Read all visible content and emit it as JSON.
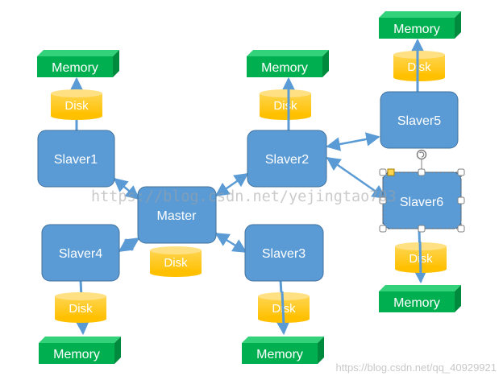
{
  "nodes": {
    "master": "Master",
    "slaver1": "Slaver1",
    "slaver2": "Slaver2",
    "slaver3": "Slaver3",
    "slaver4": "Slaver4",
    "slaver5": "Slaver5",
    "slaver6": "Slaver6"
  },
  "disk_label": "Disk",
  "memory_label": "Memory",
  "watermarks": {
    "center": "https://blog.csdn.net/yejingtao703",
    "bottom": "https://blog.csdn.net/qq_40929921"
  },
  "colors": {
    "node_fill": "#5b9bd5",
    "node_stroke": "#41719c",
    "disk_fill": "#ffc000",
    "memory_fill": "#00b050",
    "arrow": "#5b9bd5"
  }
}
